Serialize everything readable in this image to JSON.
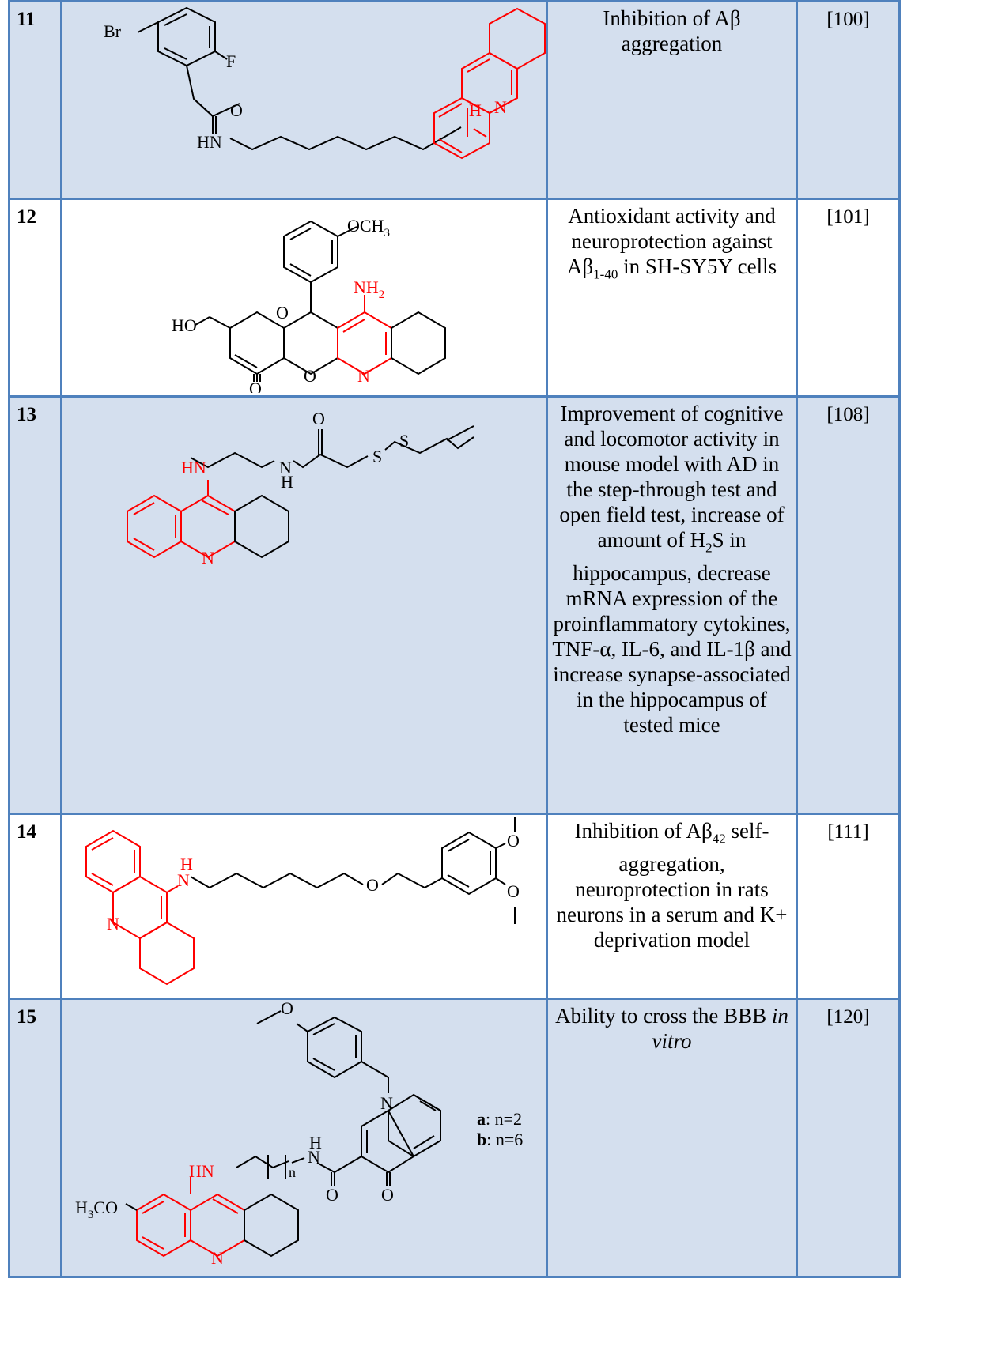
{
  "rows": [
    {
      "number": "11",
      "activity": "Inhibition of Aβ aggregation",
      "reference": "[100]",
      "labels": {
        "br": "Br",
        "f": "F",
        "o": "O",
        "hn": "HN",
        "h": "H",
        "n": "N"
      }
    },
    {
      "number": "12",
      "activity_pre": "Antioxidant activity and neuroprotection against Aβ",
      "activity_sub": "1-40",
      "activity_post": " in SH-SY5Y cells",
      "reference": "[101]",
      "labels": {
        "och": "OCH",
        "och_sub": "3",
        "nh": "NH",
        "nh_sub": "2",
        "ho": "HO",
        "o1": "O",
        "o2": "O",
        "o3": "O",
        "n": "N"
      }
    },
    {
      "number": "13",
      "activity_pre": "Improvement of cognitive and locomotor activity in mouse model with AD in the step-through test and open field test, increase of amount of H",
      "activity_sub": "2",
      "activity_post": "S in hippocampus, decrease mRNA expression of the proinflammatory cytokines, TNF-α, IL-6, and IL-1β and increase synapse-associated in the hippocampus of tested mice",
      "reference": "[108]",
      "labels": {
        "hn": "HN",
        "n": "N",
        "h": "H",
        "o": "O",
        "s1": "S",
        "s2": "S",
        "nring": "N"
      }
    },
    {
      "number": "14",
      "activity_pre": "Inhibition of Aβ",
      "activity_sub": "42",
      "activity_post": " self-aggregation, neuroprotection in rats neurons in a serum and K+ deprivation model",
      "reference": "[111]",
      "labels": {
        "h": "H",
        "n": "N",
        "nring": "N",
        "o1": "O",
        "o2": "O",
        "o3": "O"
      }
    },
    {
      "number": "15",
      "activity_pre": "Ability to cross the BBB ",
      "activity_em": "in vitro",
      "reference": "[120]",
      "labels": {
        "o1": "O",
        "n1": "N",
        "h": "H",
        "n2": "N",
        "hn": "HN",
        "n_sub": "n",
        "o2": "O",
        "o3": "O",
        "h3co": "H",
        "h3co_sub": "3",
        "h3co_post": "CO",
        "nring": "N",
        "a_bold": "a",
        "a_rest": ": n=2",
        "b_bold": "b",
        "b_rest": ": n=6"
      }
    }
  ]
}
